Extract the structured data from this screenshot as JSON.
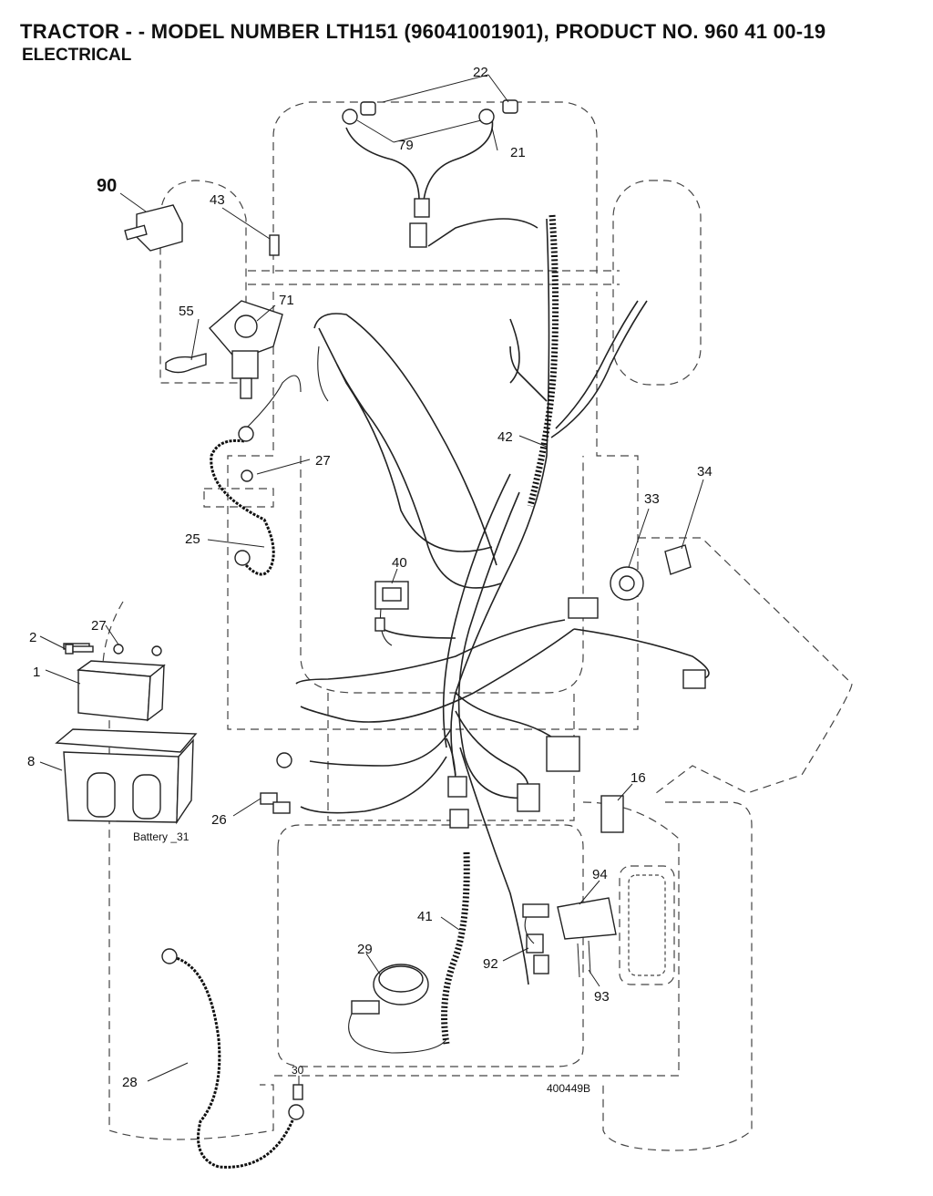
{
  "header": {
    "title": "TRACTOR - - MODEL NUMBER LTH151 (96041001901), PRODUCT NO. 960 41 00-19",
    "subtitle": "ELECTRICAL"
  },
  "callouts": [
    "1",
    "2",
    "8",
    "16",
    "21",
    "22",
    "25",
    "26",
    "27",
    "27",
    "28",
    "29",
    "30",
    "33",
    "34",
    "40",
    "41",
    "42",
    "43",
    "55",
    "71",
    "79",
    "90",
    "92",
    "93",
    "94"
  ],
  "annotations": {
    "battery_ref": "Battery _31",
    "drawing_no": "400449B"
  }
}
